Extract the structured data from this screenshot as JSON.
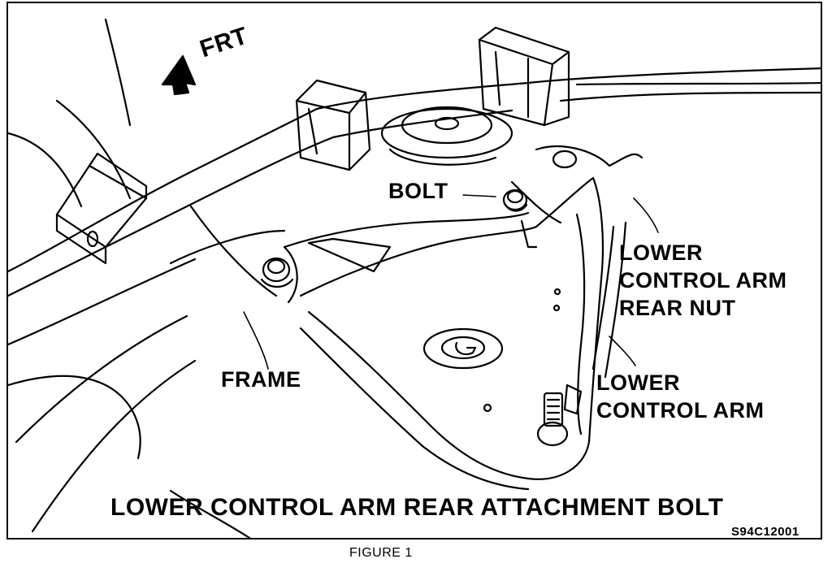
{
  "figure": {
    "direction_label": "FRT",
    "title": "LOWER CONTROL ARM REAR ATTACHMENT BOLT",
    "code": "S94C12001",
    "caption": "FIGURE 1"
  },
  "labels": {
    "bolt": "BOLT",
    "frame": "FRAME",
    "lower_control_arm_rear_nut": [
      "LOWER",
      "CONTROL ARM",
      "REAR NUT"
    ],
    "lower_control_arm": [
      "LOWER",
      "CONTROL ARM"
    ]
  }
}
